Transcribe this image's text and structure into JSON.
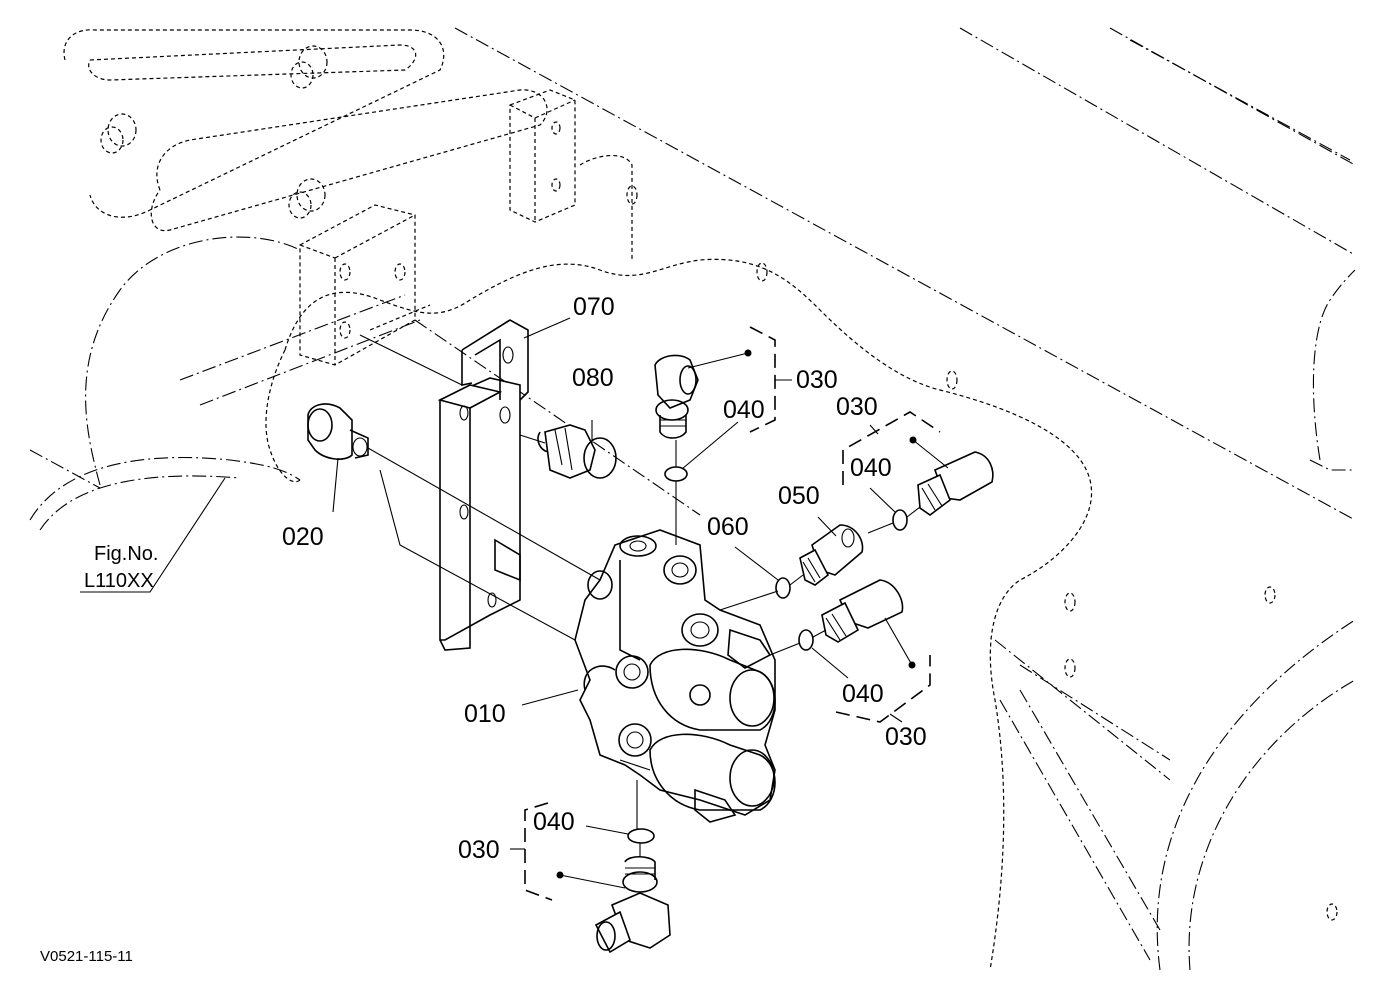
{
  "diagram_code": "V0521-115-11",
  "figure_reference": {
    "line1": "Fig.No.",
    "line2": "L110XX"
  },
  "callouts": {
    "c010": "010",
    "c020": "020",
    "c030_top": "030",
    "c030_right_top": "030",
    "c030_right_bottom": "030",
    "c030_bottom": "030",
    "c040_top": "040",
    "c040_right_top": "040",
    "c040_right_bottom": "040",
    "c040_bottom": "040",
    "c050": "050",
    "c060": "060",
    "c070": "070",
    "c080": "080"
  }
}
